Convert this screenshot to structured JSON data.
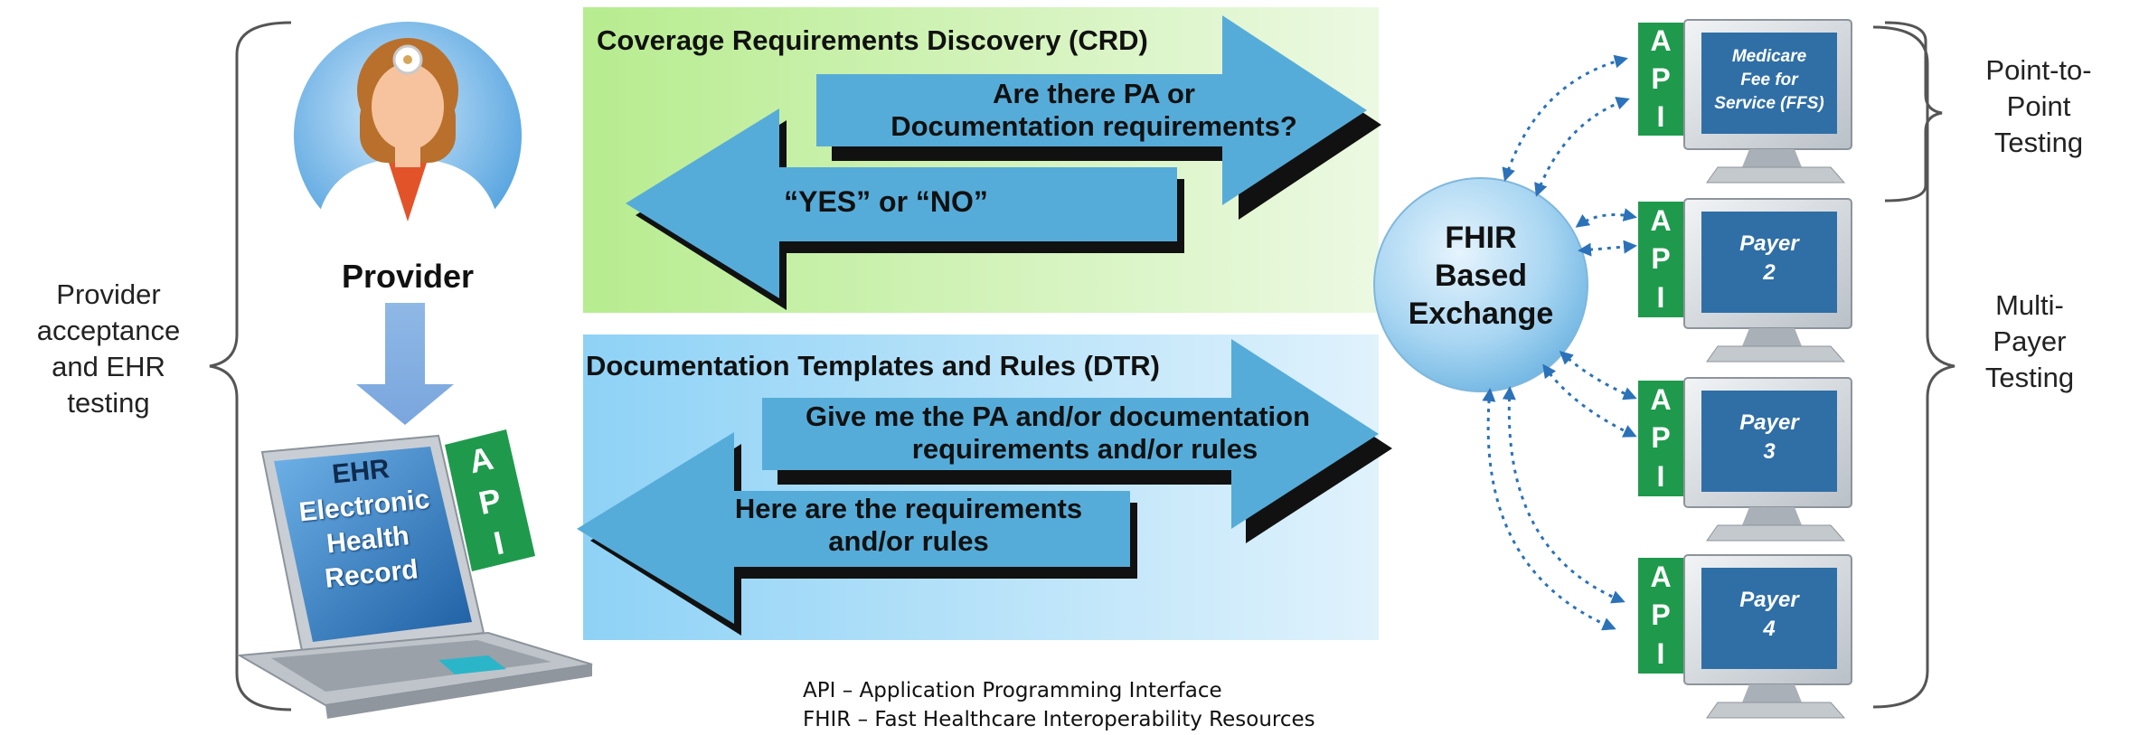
{
  "left_brace_label": "Provider acceptance and EHR testing",
  "provider": {
    "label": "Provider",
    "icon": "doctor-avatar-icon"
  },
  "ehr": {
    "title": "EHR",
    "lines": [
      "Electronic",
      "Health",
      "Record"
    ],
    "api_letters": [
      "A",
      "P",
      "I"
    ]
  },
  "crd": {
    "title": "Coverage Requirements Discovery (CRD)",
    "request_line1": "Are there PA or",
    "request_line2": "Documentation requirements?",
    "response": "“YES” or “NO”"
  },
  "dtr": {
    "title": "Documentation Templates and Rules (DTR)",
    "request_line1": "Give me the PA and/or documentation",
    "request_line2": "requirements and/or rules",
    "response_line1": "Here are the requirements",
    "response_line2": "and/or rules"
  },
  "fhir": {
    "line1": "FHIR",
    "line2": "Based",
    "line3": "Exchange"
  },
  "payers": [
    {
      "lines": [
        "Medicare",
        "Fee for",
        "Service (FFS)"
      ],
      "api_letters": [
        "A",
        "P",
        "I"
      ]
    },
    {
      "lines": [
        "Payer",
        "2"
      ],
      "api_letters": [
        "A",
        "P",
        "I"
      ]
    },
    {
      "lines": [
        "Payer",
        "3"
      ],
      "api_letters": [
        "A",
        "P",
        "I"
      ]
    },
    {
      "lines": [
        "Payer",
        "4"
      ],
      "api_letters": [
        "A",
        "P",
        "I"
      ]
    }
  ],
  "right_labels": {
    "point": "Point-to- Point Testing",
    "multi": "Multi- Payer Testing"
  },
  "footnotes": [
    "API – Application Programming Interface",
    "FHIR – Fast Healthcare Interoperability Resources"
  ],
  "colors": {
    "arrow_blue": "#56acd9",
    "api_green": "#1f9a4c",
    "screen_blue": "#2f6fa6",
    "crd_bg": "#c8f0a8",
    "dtr_bg": "#a6dbf7"
  }
}
